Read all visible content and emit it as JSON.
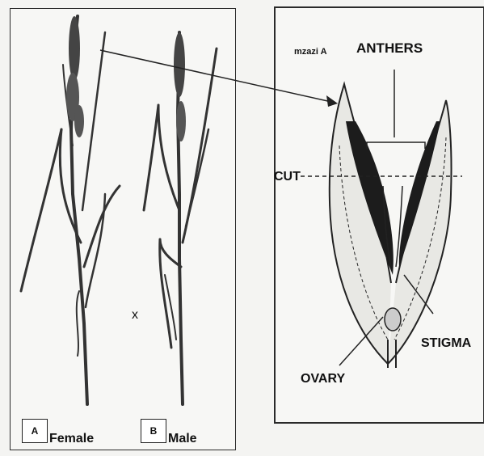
{
  "left": {
    "label_a": "A",
    "female": "Female",
    "label_b": "B",
    "male": "Male",
    "cross": "x"
  },
  "right": {
    "parent_label": "mzazi A",
    "anthers": "ANTHERS",
    "cut": "CUT",
    "stigma": "STIGMA",
    "ovary": "OVARY"
  }
}
